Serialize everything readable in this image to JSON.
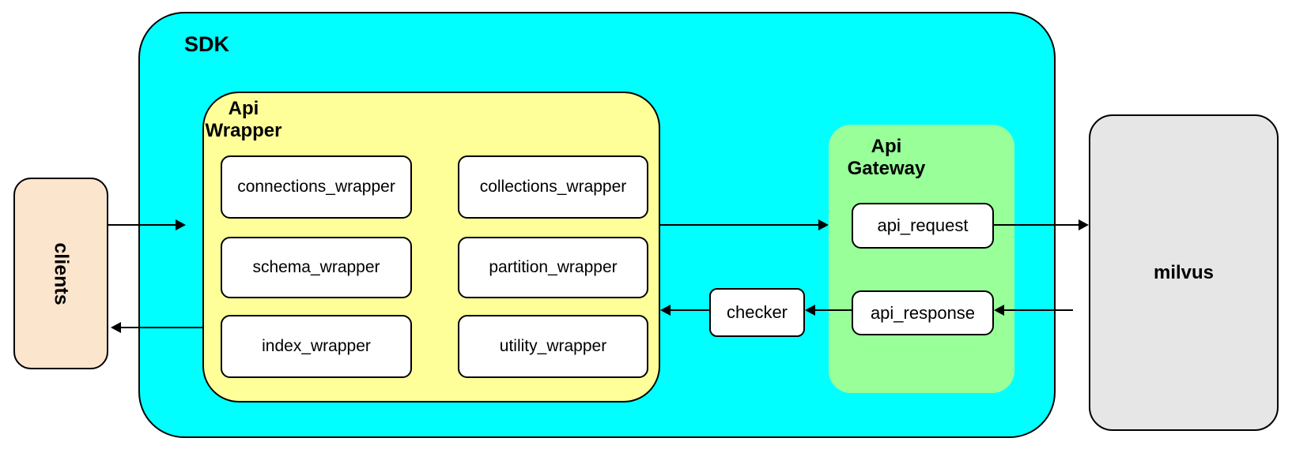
{
  "diagram": {
    "clients_label": "clients",
    "sdk_label": "SDK",
    "api_wrapper": {
      "title_line1": "Api",
      "title_line2": "Wrapper",
      "items": [
        "connections_wrapper",
        "collections_wrapper",
        "schema_wrapper",
        "partition_wrapper",
        "index_wrapper",
        "utility_wrapper"
      ]
    },
    "checker_label": "checker",
    "api_gateway": {
      "title_line1": "Api",
      "title_line2": "Gateway",
      "items": [
        "api_request",
        "api_response"
      ]
    },
    "milvus_label": "milvus",
    "colors": {
      "sdk": "#00FFFF",
      "api_wrapper": "#FFFF99",
      "api_gateway": "#99FF99",
      "clients": "#FCE5CD",
      "milvus": "#E6E6E6",
      "node_fill": "#FFFFFF",
      "border": "#000000"
    }
  }
}
